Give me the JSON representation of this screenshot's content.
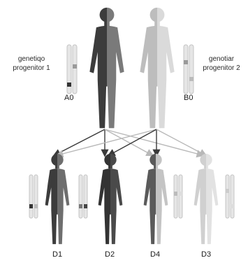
{
  "parents": {
    "left": {
      "label_line1": "genetiqo",
      "label_line2": "progenitor 1",
      "code": "A0"
    },
    "right": {
      "label_line1": "genotiar",
      "label_line2": "progenitor 2",
      "code": "B0"
    }
  },
  "children": [
    {
      "code": "D1"
    },
    {
      "code": "D2"
    },
    {
      "code": "D4"
    },
    {
      "code": "D3"
    }
  ],
  "colors": {
    "dark": "#3c3c3c",
    "light": "#cdcdcd",
    "arrow_dark": "#3a3a3a",
    "arrow_light": "#b8b8b8"
  }
}
